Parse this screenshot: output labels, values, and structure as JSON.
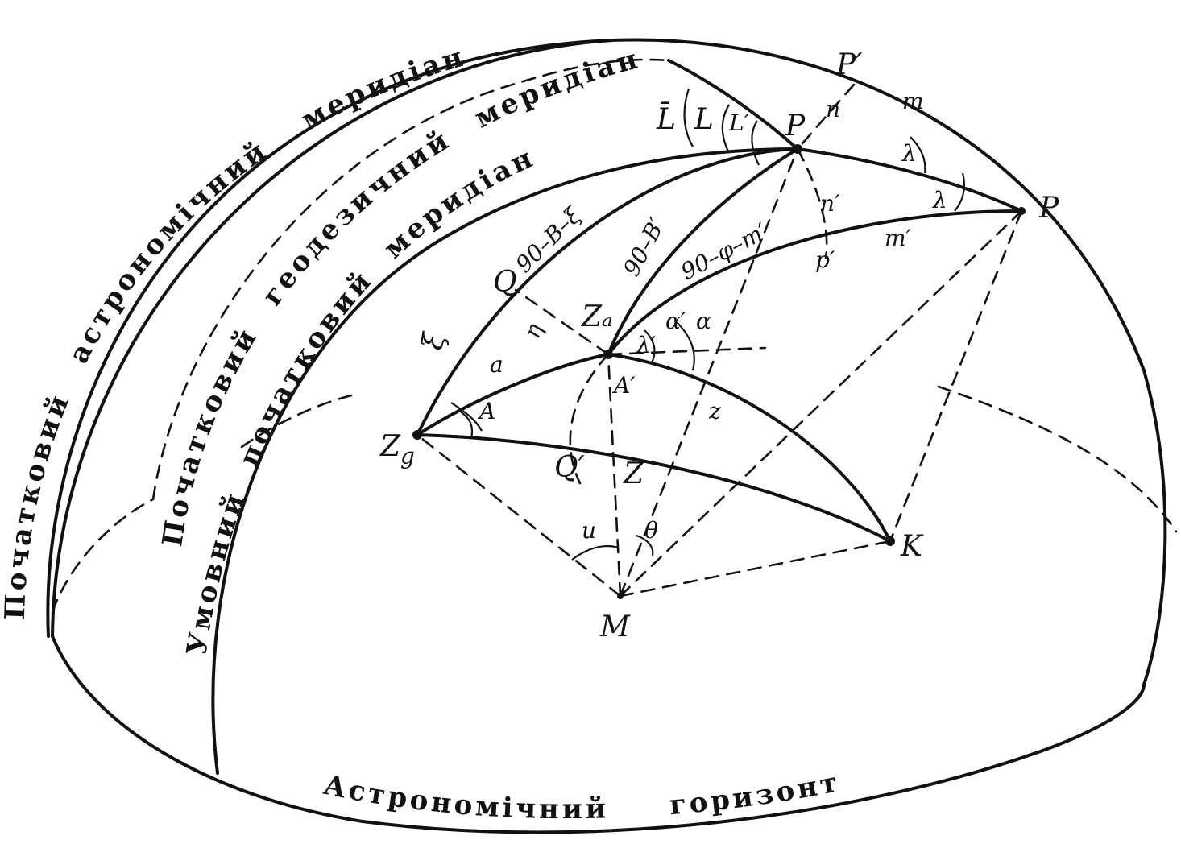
{
  "captions": {
    "initial_astronomical_meridian_1": "Початковий",
    "initial_astronomical_meridian_2": "астрономічний",
    "initial_astronomical_meridian_3": "меридіан",
    "initial_geodetic_meridian_1": "Початковий",
    "initial_geodetic_meridian_2": "геодезичний",
    "initial_geodetic_meridian_3": "меридіан",
    "conditional_initial_meridian_1": "Умовний",
    "conditional_initial_meridian_2": "початковий",
    "conditional_initial_meridian_3": "меридіан",
    "astronomical_horizon_1": "Астрономічний",
    "astronomical_horizon_2": "горизонт"
  },
  "labels": {
    "P_prime_top": "P′",
    "P_upper": "P",
    "n": "n",
    "m": "m",
    "L_bar": "L̄",
    "L": "L",
    "L_prime": "L′",
    "lambda_1": "λ",
    "lambda_2": "λ",
    "P_right": "P",
    "n_prime": "n′",
    "m_prime": "m′",
    "p_prime": "p′",
    "arc_90_B_eps": "90–B–ξ",
    "arc_90_B_prime": "90–B′",
    "arc_90_phi_m": "90–φ–m′",
    "Q": "Q",
    "eps": "ξ",
    "eta": "η",
    "Z_a": "Zₐ",
    "alpha_prime": "α′",
    "alpha": "α",
    "lambda_small": "λ′",
    "a": "a",
    "A": "A",
    "A_prime": "A′",
    "Z_g": "Z",
    "Z_g_sub": "g",
    "Q_prime": "Q′",
    "Z_small": "Z",
    "z": "z",
    "u": "u",
    "theta": "θ",
    "K": "K",
    "M": "M"
  },
  "colors": {
    "ink": "#111111",
    "paper": "#ffffff"
  }
}
